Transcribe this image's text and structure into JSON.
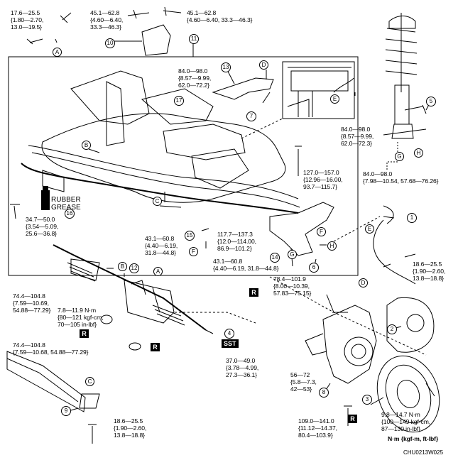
{
  "torques": {
    "t01": "17.6—25.5\n{1.80—2.70,\n13.0—19.5}",
    "t02": "45.1—62.8\n{4.60—6.40,\n33.3—46.3}",
    "t03": "45.1—62.8\n{4.60—6.40, 33.3—46.3}",
    "t04": "84.0—98.0\n{8.57—9.99,\n62.0—72.2}",
    "t05": "84.0—98.0\n{8.57—9.99,\n62.0—72.3}",
    "t06": "84.0—98.0\n{7.98—10.54, 57.68—76.26}",
    "t07": "127.0—157.0\n{12.96—16.00,\n93.7—115.7}",
    "t08": "34.7—50.0\n{3.54—5.09,\n25.6—36.8}",
    "t09": "43.1—60.8\n{4.40—6.19,\n31.8—44.8}",
    "t10": "117.7—137.3\n{12.0—114.00,\n86.9—101.2}",
    "t11": "43.1—60.8\n{4.40—6.19, 31.8—44.8}",
    "t12": "18.6—25.5\n{1.90—2.60,\n13.8—18.8}",
    "t13": "78.4—101.9\n{8.00—10.39,\n57.83—75.15}",
    "t14": "74.4—104.8\n{7.59—10.69,\n54.88—77.29}",
    "t15": "7.8—11.9 N·m\n{80—121 kgf-cm,\n70—105 in-lbf}",
    "t16": "74.4—104.8\n{7.59—10.68, 54.88—77.29}",
    "t17": "37.0—49.0\n{3.78—4.99,\n27.3—36.1}",
    "t18": "56—72\n{5.8—7.3,\n42—53}",
    "t19": "18.6—25.5\n{1.90—2.60,\n13.8—18.8}",
    "t20": "109.0—141.0\n{11.12—14.37,\n80.4—103.9}",
    "t21": "9.8—14.7 N·m\n{100—149 kgf-cm,\n87—130 in-lbf}"
  },
  "units_note": "N·m {kgf-m, ft-lbf}",
  "grease_label": "RUBBER\nGREASE",
  "sst_label": "SST",
  "r_label": "R",
  "figure_code": "CHU0213W025",
  "callouts": [
    "1",
    "2",
    "3",
    "4",
    "5",
    "6",
    "7",
    "8",
    "9",
    "10",
    "11",
    "12",
    "13",
    "14",
    "15",
    "16",
    "17"
  ],
  "letters": [
    "A",
    "B",
    "C",
    "D",
    "E",
    "F",
    "G",
    "H"
  ]
}
